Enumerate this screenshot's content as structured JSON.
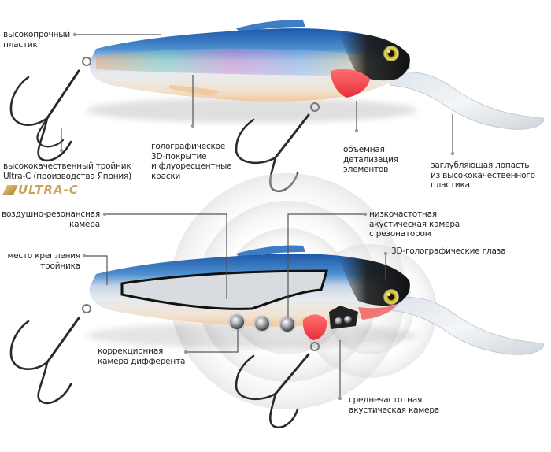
{
  "colors": {
    "leader_line": "#555555",
    "leader_dot": "#999999",
    "body_blue": "#2f6fb7",
    "body_silver": "#e4e6ea",
    "belly_cream": "#f4dcc0",
    "gill_red": "#ef4b4b",
    "head_black": "#1a1a1a",
    "eye_yellow": "#d9c21a",
    "lip_clear": "#e6ecf0",
    "logo_gold": "#c9a45a"
  },
  "logo": {
    "text": "ULTRA-C",
    "icon": "ultra-c-logo-mark"
  },
  "top_lure": {
    "name": "lure-exterior-view",
    "labels": {
      "plastic": "высокопрочный\nпластик",
      "hook": "высококачественный тройник\nUltra-C (производства Япония)",
      "coating": "голографическое\n3D-покрытие\nи флуоресцентные\nкраски",
      "detail": "объемная\nдетализация\nэлементов",
      "lip": "заглубляющая лопасть\nиз высококачественного\nпластика"
    }
  },
  "bottom_lure": {
    "name": "lure-cutaway-view",
    "labels": {
      "air_chamber": "воздушно-резонансная\nкамера",
      "hook_mount": "место крепления\nтройника",
      "low_freq": "низкочастотная\nакустическая камера\nс резонатором",
      "eyes": "3D-голографические глаза",
      "trim_chamber": "коррекционная\nкамера дифферента",
      "mid_freq": "среднечастотная\nакустическая камера"
    }
  }
}
